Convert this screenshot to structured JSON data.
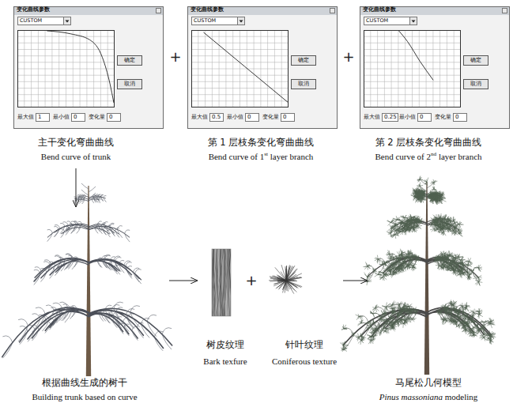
{
  "diagram": {
    "nodes": [
      {
        "text": [
          "变化曲线参数",
          "最大值",
          "最小值",
          "变化量",
          "主干变化弯曲曲线",
          "Bend curve of trunk"
        ]
      },
      {
        "text": [
          "CUSTOM"
        ],
        "in": 0
      },
      {
        "text": [
          "确定"
        ],
        "in": 0
      },
      {
        "text": [
          "取消"
        ],
        "in": 0
      },
      {
        "text": [
          "1"
        ],
        "in": 0
      },
      {
        "text": [
          "0"
        ],
        "in": 0
      },
      {
        "text": [
          "0"
        ],
        "in": 0
      },
      {
        "text": [
          "变化曲线参数",
          "最大值",
          "最小值",
          "变化量",
          "第 1 层枝条变化弯曲曲线",
          "Bend curve of 1st layer branch"
        ]
      },
      {
        "text": [
          "CUSTOM"
        ],
        "in": 7
      },
      {
        "text": [
          "确定"
        ],
        "in": 7
      },
      {
        "text": [
          "取消"
        ],
        "in": 7
      },
      {
        "text": [
          "0.5"
        ],
        "in": 7
      },
      {
        "text": [
          "0"
        ],
        "in": 7
      },
      {
        "text": [
          "0"
        ],
        "in": 7
      },
      {
        "text": [
          "变化曲线参数",
          "最大值",
          "最小值",
          "变化量",
          "第 2 层枝条变化弯曲曲线",
          "Bend curve of 2nd layer branch"
        ]
      },
      {
        "text": [
          "CUSTOM"
        ],
        "in": 14
      },
      {
        "text": [
          "确定"
        ],
        "in": 14
      },
      {
        "text": [
          "取消"
        ],
        "in": 14
      },
      {
        "text": [
          "0.25"
        ],
        "in": 14
      },
      {
        "text": [
          "0"
        ],
        "in": 14
      },
      {
        "text": [
          "0"
        ],
        "in": 14
      },
      {
        "text": [
          "根据曲线生成的树干",
          "Building trunk based on curve"
        ]
      },
      {
        "text": [
          "树皮纹理",
          "Bark texfure"
        ]
      },
      {
        "text": [
          "针叶纹理",
          "Coniferous texture"
        ]
      },
      {
        "text": [
          "马尾松几何模型",
          "Pinus massoniana modeling"
        ]
      }
    ],
    "edges": [
      {
        "from": 0,
        "to": 21,
        "arrow": "to"
      },
      {
        "from": 21,
        "to": 22,
        "arrow": "to"
      },
      {
        "from": 23,
        "to": 24,
        "arrow": "to"
      }
    ],
    "labels": [
      "+",
      "+",
      "+"
    ]
  }
}
